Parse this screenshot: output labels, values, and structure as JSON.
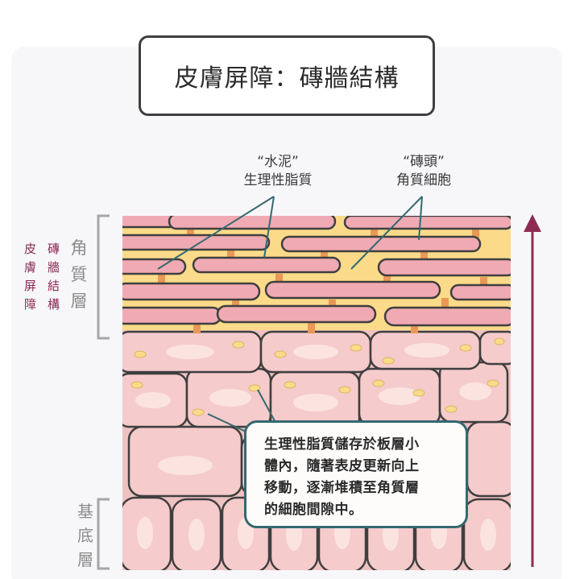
{
  "title": "皮膚屏障：磚牆結構",
  "labels": {
    "cement_quote": "“水泥”",
    "cement_name": "生理性脂質",
    "brick_quote": "“磚頭”",
    "brick_name": "角質細胞"
  },
  "stratum_corneum": [
    "角",
    "質",
    "層"
  ],
  "basal_layer": [
    "基",
    "底",
    "層"
  ],
  "barrier_label": {
    "col1": [
      "皮",
      "膚",
      "屏",
      "障"
    ],
    "col2": [
      "磚",
      "牆",
      "結",
      "構"
    ]
  },
  "callout": {
    "lines": [
      "生理性脂質儲存於板層小",
      "體內，隨著表皮更新向上",
      "移動，逐漸堆積至角質層",
      "的細胞間隙中。"
    ]
  },
  "colors": {
    "lipid": "#fbdb8a",
    "corneocyte": "#f0aab3",
    "cell": "#f6cbcc",
    "cell_outline": "#3f3f3f",
    "lipid_mortar": "#e99856",
    "arrow": "#8f2b52",
    "pointer_line": "#35686f",
    "barrier_text": "#8c2a52"
  },
  "icons": [
    "upward-arrow-icon"
  ]
}
